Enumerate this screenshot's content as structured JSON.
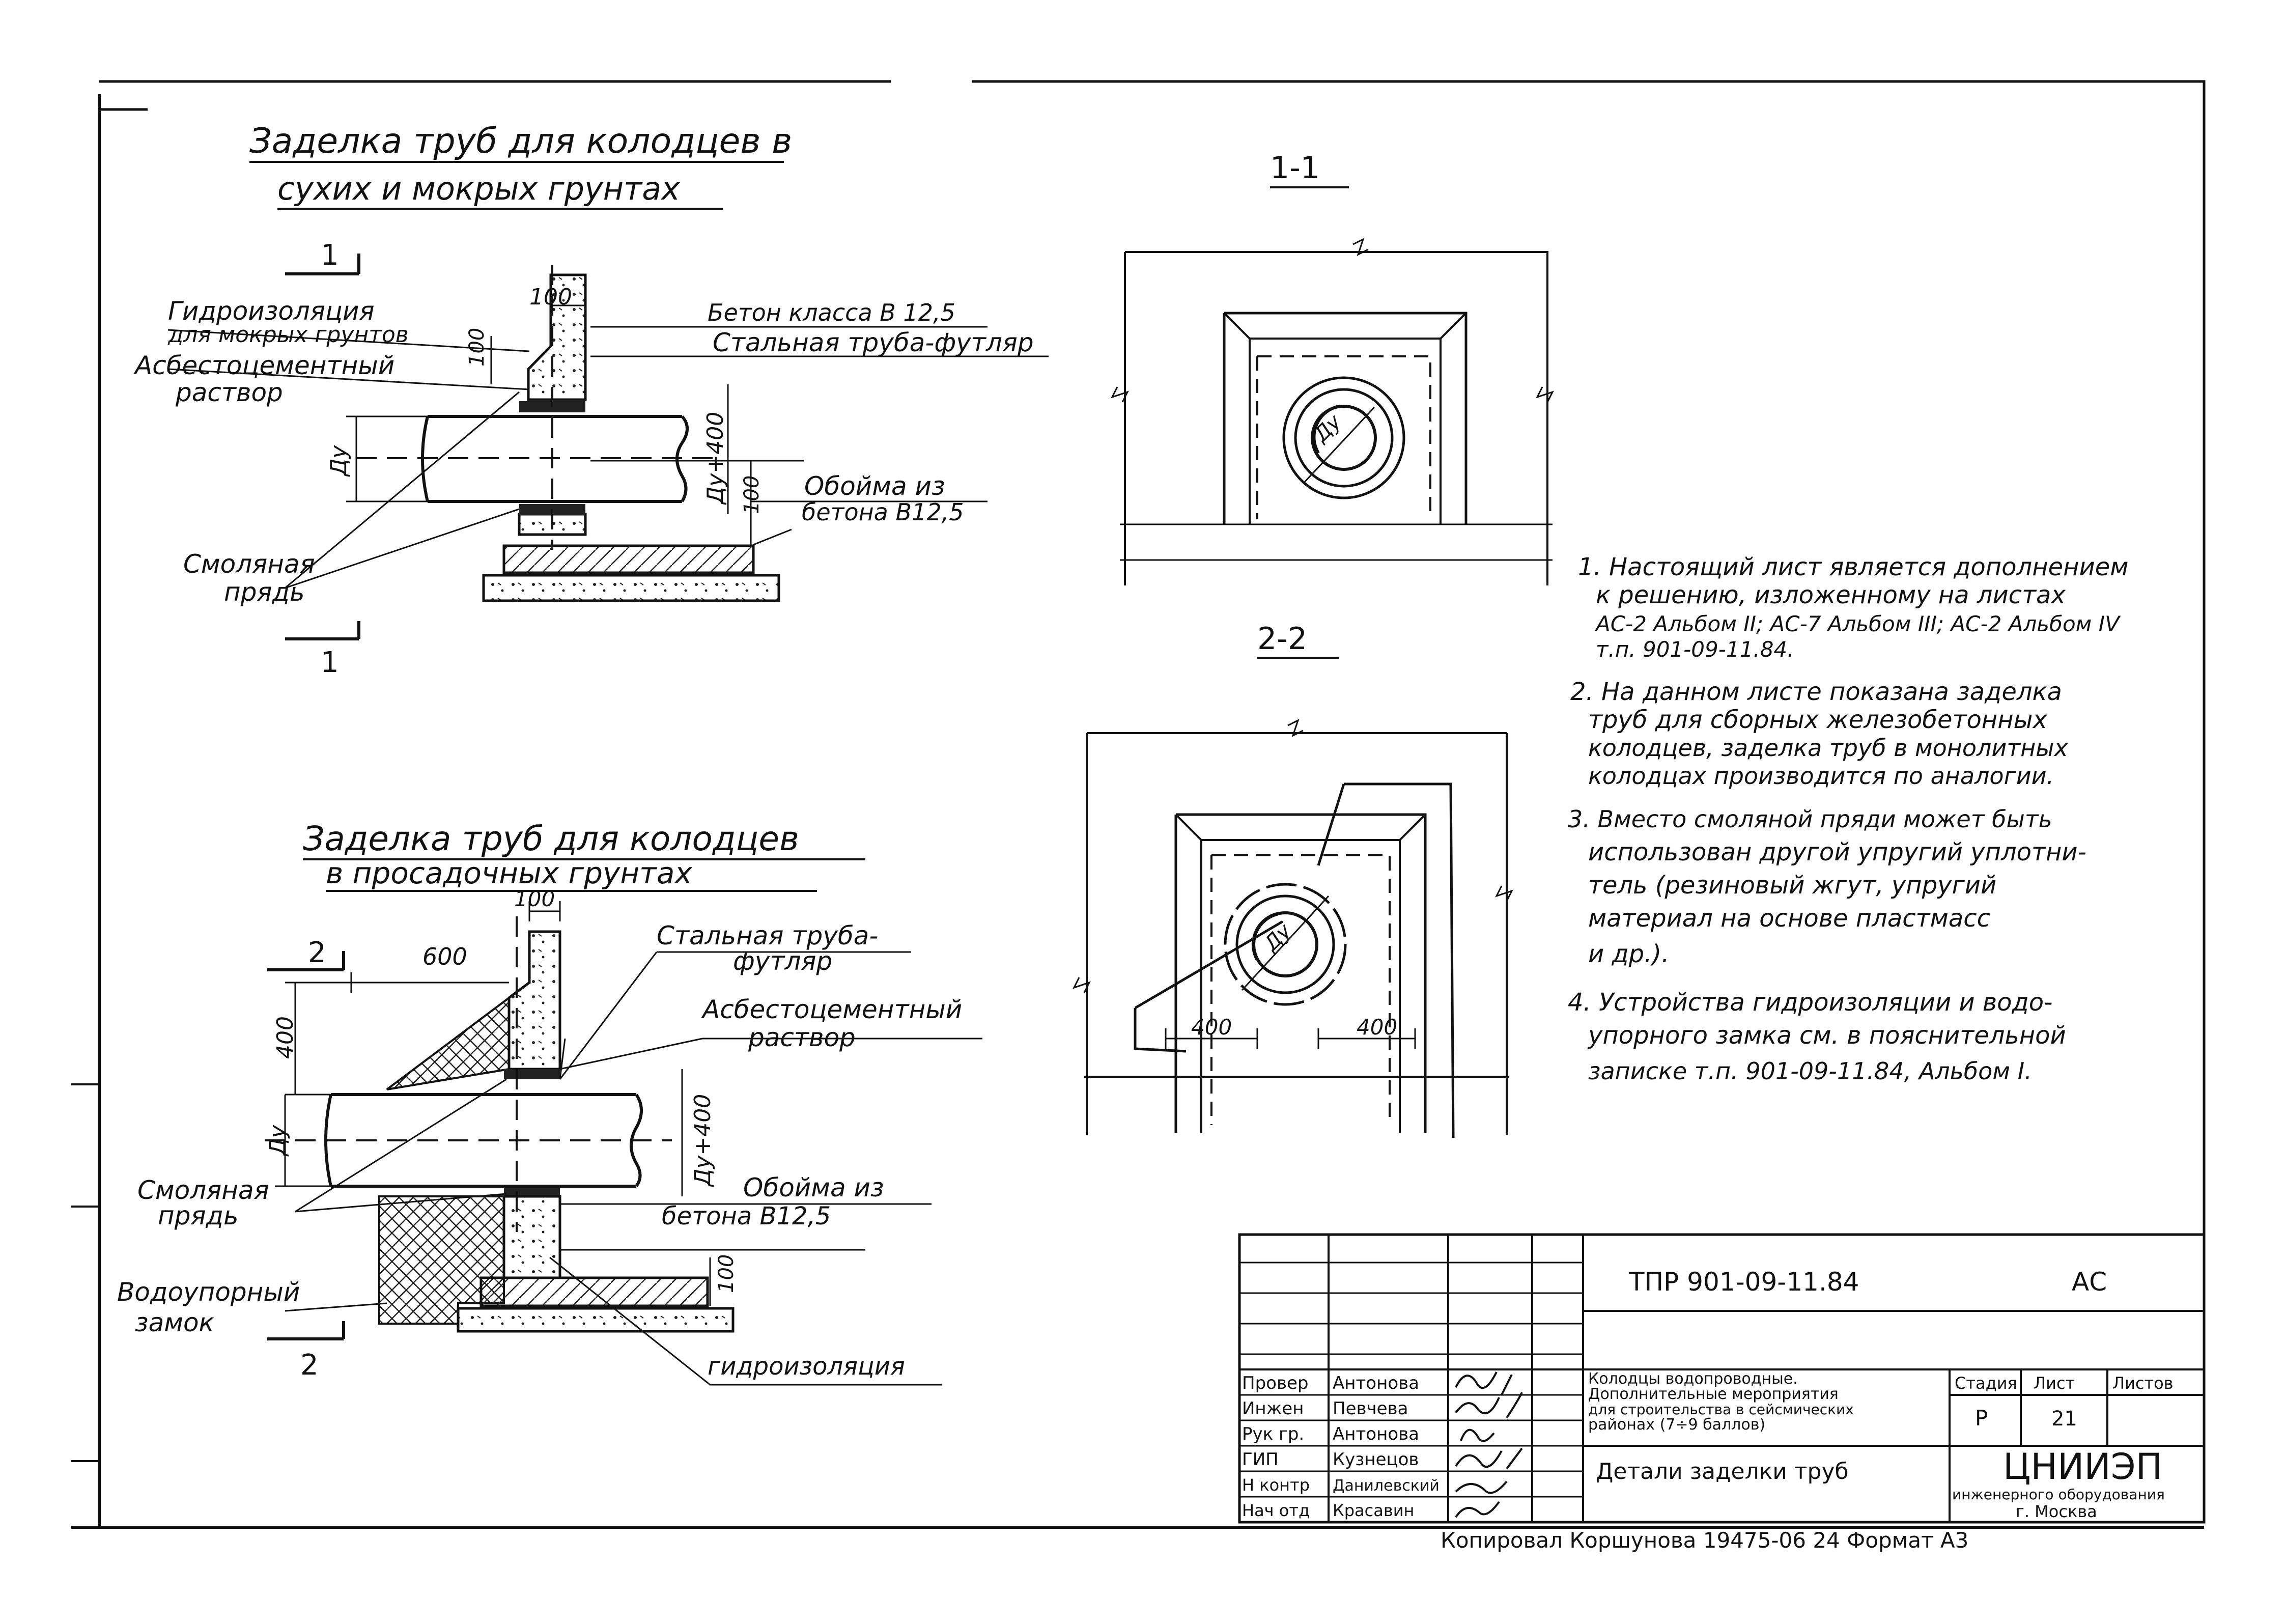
{
  "detail_dry": {
    "title_line1": "Заделка труб для колодцев в",
    "title_line2": "сухих и мокрых грунтах",
    "section_mark": "1",
    "labels": {
      "waterproofing": "Гидроизоляция",
      "for_wet_soils": "для мокрых грунтов",
      "asbestos": "Асбестоцементный",
      "mortar": "раствор",
      "concrete": "Бетон класса В 12,5",
      "steel_sleeve": "Стальная труба-футляр",
      "clip1": "Обойма из",
      "clip2": "бетона В12,5",
      "resin1": "Смоляная",
      "resin2": "прядь"
    },
    "dims": {
      "d100a": "100",
      "d100b": "100",
      "dy": "Ду",
      "dy400": "Ду+400",
      "d100c": "100"
    }
  },
  "detail_subsiding": {
    "title_line1": "Заделка труб для колодцев",
    "title_line2": "в просадочных грунтах",
    "section_mark": "2",
    "labels": {
      "steel_sleeve1": "Стальная труба-",
      "steel_sleeve2": "футляр",
      "asbestos1": "Асбестоцементный",
      "asbestos2": "раствор",
      "resin1": "Смоляная",
      "resin2": "прядь",
      "clip1": "Обойма из",
      "clip2": "бетона В12,5",
      "waterlock1": "Водоупорный",
      "waterlock2": "замок",
      "waterproofing": "гидроизоляция"
    },
    "dims": {
      "d100": "100",
      "d600": "600",
      "d400": "400",
      "dy": "Ду",
      "dy400": "Ду+400",
      "d100b": "100"
    }
  },
  "section_1_1": {
    "title": "1-1",
    "dy": "Ду"
  },
  "section_2_2": {
    "title": "2-2",
    "dy": "Ду",
    "d400a": "400",
    "d400b": "400"
  },
  "notes": [
    "1. Настоящий лист является дополнением",
    "к решению, изложенному на листах",
    "АС-2 Альбом II; АС-7 Альбом III; АС-2 Альбом IV",
    "т.п. 901-09-11.84.",
    "2. На данном листе показана заделка",
    "труб для сборных железобетонных",
    "колодцев, заделка труб в монолитных",
    "колодцах производится по аналогии.",
    "3. Вместо смоляной пряди может быть",
    "использован другой упругий уплотни-",
    "тель (резиновый жгут, упругий",
    "материал на основе пластмасс",
    "и др.).",
    "4. Устройства гидроизоляции и водо-",
    "упорного замка см. в пояснительной",
    "записке т.п. 901-09-11.84, Альбом I."
  ],
  "title_block": {
    "doc_code": "ТПР 901-09-11.84",
    "mark": "АС",
    "project_title": [
      "Колодцы водопроводные.",
      "Дополнительные мероприятия",
      "для строительства в сейсмических",
      "районах (7÷9 баллов)"
    ],
    "sheet_title": "Детали заделки труб",
    "col_stage": "Стадия",
    "col_sheet": "Лист",
    "col_sheets": "Листов",
    "stage": "Р",
    "sheet": "21",
    "org_name": "ЦНИИЭП",
    "org_sub": "инженерного оборудования",
    "org_city": "г. Москва",
    "staff": [
      {
        "role": "Провер",
        "name": "Антонова"
      },
      {
        "role": "Инжен",
        "name": "Певчева"
      },
      {
        "role": "Рук гр.",
        "name": "Антонова"
      },
      {
        "role": "ГИП",
        "name": "Кузнецов"
      },
      {
        "role": "Н контр",
        "name": "Данилевский"
      },
      {
        "role": "Нач отд",
        "name": "Красавин"
      }
    ],
    "footer": "Копировал Коршунова  19475-06  24  Формат А3"
  }
}
